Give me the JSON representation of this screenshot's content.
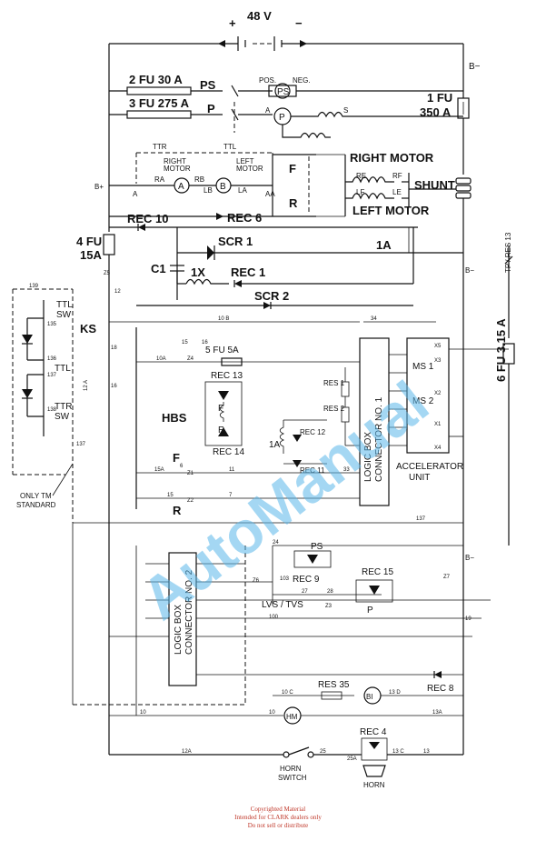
{
  "battery": {
    "voltage": "48 V",
    "plus": "+",
    "minus": "−"
  },
  "fuses": {
    "fu2": "2 FU 30 A",
    "fu3": "3 FU 275 A",
    "fu1a": "1 FU",
    "fu1b": "350 A",
    "fu4a": "4 FU",
    "fu4b": "15A",
    "fu5": "5 FU 5A",
    "fu6": "6 FU 3.15 A"
  },
  "motors": {
    "ps": "PS",
    "p": "P",
    "pos": "POS.",
    "neg": "NEG.",
    "pump_a": "A",
    "pump_s": "S",
    "ttr": "TTR",
    "ttl": "TTL",
    "right_motor_small_1": "RIGHT",
    "right_motor_small_2": "MOTOR",
    "left_motor_small_1": "LEFT",
    "left_motor_small_2": "MOTOR",
    "ra": "RA",
    "rb": "RB",
    "lb": "LB",
    "la": "LA",
    "a": "A",
    "aa": "AA",
    "a_symbol": "A",
    "b_symbol": "B",
    "b_plus": "B+",
    "b_minus": "B−",
    "f": "F",
    "r": "R",
    "right_motor": "RIGHT MOTOR",
    "left_motor": "LEFT MOTOR",
    "re": "RE",
    "rf": "RF",
    "lf": "LF",
    "le": "LE",
    "shunt": "SHUNT"
  },
  "components": {
    "rec10": "REC 10",
    "rec6": "REC 6",
    "scr1": "SCR 1",
    "one_a": "1A",
    "c1": "C1",
    "one_x": "1X",
    "rec1": "REC 1",
    "scr2": "SCR 2",
    "rec13": "REC 13",
    "rec14": "REC 14",
    "rec12": "REC 12",
    "rec11": "REC 11",
    "rec9": "REC 9",
    "rec15": "REC 15",
    "rec8": "REC 8",
    "rec4": "REC 4",
    "res35": "RES 35",
    "res1": "RES 1",
    "res2": "RES 2",
    "ps2": "PS",
    "p2": "P",
    "lvs_tvs": "LVS / TVS",
    "hbs": "HBS",
    "ks": "KS",
    "tp_res13": "TP / RES 13",
    "bi": "BI",
    "hm": "HM",
    "ttl_sw_1": "TTL",
    "ttl_sw_2": "SW",
    "ttl": "TTL",
    "ttr_sw_1": "TTR",
    "ttr_sw_2": "SW",
    "only_tm_1": "ONLY TM",
    "only_tm_2": "STANDARD",
    "f_switch": "F",
    "r_switch": "R",
    "one_a_coil": "1A",
    "f_coil": "F",
    "r_coil": "R",
    "ms1": "MS 1",
    "ms2": "MS 2",
    "accel_1": "ACCELERATOR",
    "accel_2": "UNIT",
    "horn_switch_1": "HORN",
    "horn_switch_2": "SWITCH",
    "horn": "HORN"
  },
  "connectors": {
    "c1_1": "LOGIC  BOX",
    "c1_2": "CONNECTOR  NO. 1",
    "c2_1": "LOGIC  BOX",
    "c2_2": "CONNECTOR  NO. 2"
  },
  "wires": {
    "w139": "139",
    "z5": "Z5",
    "w12": "12",
    "w135": "135",
    "w136": "136",
    "w137": "137",
    "w138": "138",
    "w137b": "137",
    "w12a": "12 A",
    "w10b": "10 B",
    "w34": "34",
    "w10a": "10A",
    "w15": "15",
    "w16": "16",
    "z4": "Z4",
    "w6": "6",
    "w15a": "15A",
    "z1": "Z1",
    "z2": "Z2",
    "w7": "7",
    "w11": "11",
    "w33": "33",
    "w137c": "137",
    "w24": "24",
    "w27": "27",
    "w28": "28",
    "w103": "103",
    "w100": "100",
    "z6": "Z6",
    "z3": "Z3",
    "z7": "Z7",
    "w19": "19",
    "w10c": "10 C",
    "w13d": "13 D",
    "w10": "10",
    "w13a": "13A",
    "w12a2": "12A",
    "w25": "25",
    "w25a": "25A",
    "w13c": "13 C",
    "w13": "13",
    "bminus2": "B−",
    "bminus3": "B−",
    "w18": "18",
    "x1": "X1",
    "x2": "X2",
    "x3": "X3",
    "x4": "X4",
    "x5": "X5"
  },
  "watermark": "AutoManual",
  "copyright": {
    "line1": "Copyrighted Material",
    "line2": "Intended for CLARK dealers only",
    "line3": "Do not sell or distribute"
  }
}
